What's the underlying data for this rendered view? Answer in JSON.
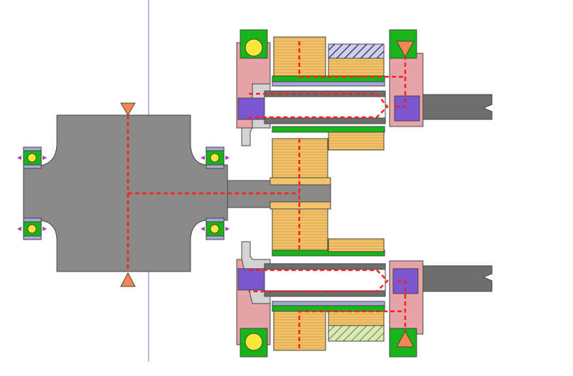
{
  "diagram": {
    "kind": "gearbox-cross-section",
    "visible_text": [],
    "colors": {
      "background": "#ffffff",
      "shaft": "#8a8a8a",
      "shaft_dark": "#6e6e6e",
      "housing": "#e7a4a8",
      "housing_dark": "#c98085",
      "gear": "#f2c36b",
      "gear_dark": "#d9a446",
      "bearing_race": "#19b419",
      "bearing_outer": "#a8a8d8",
      "bearing_ball": "#f7e83a",
      "insert": "#7b57cf",
      "load_path": "#ff1e1e",
      "marker": "#f3874e",
      "axis_line": "#8b6fc6"
    },
    "markers": [
      "triangle-down-marker",
      "triangle-up-marker"
    ]
  }
}
